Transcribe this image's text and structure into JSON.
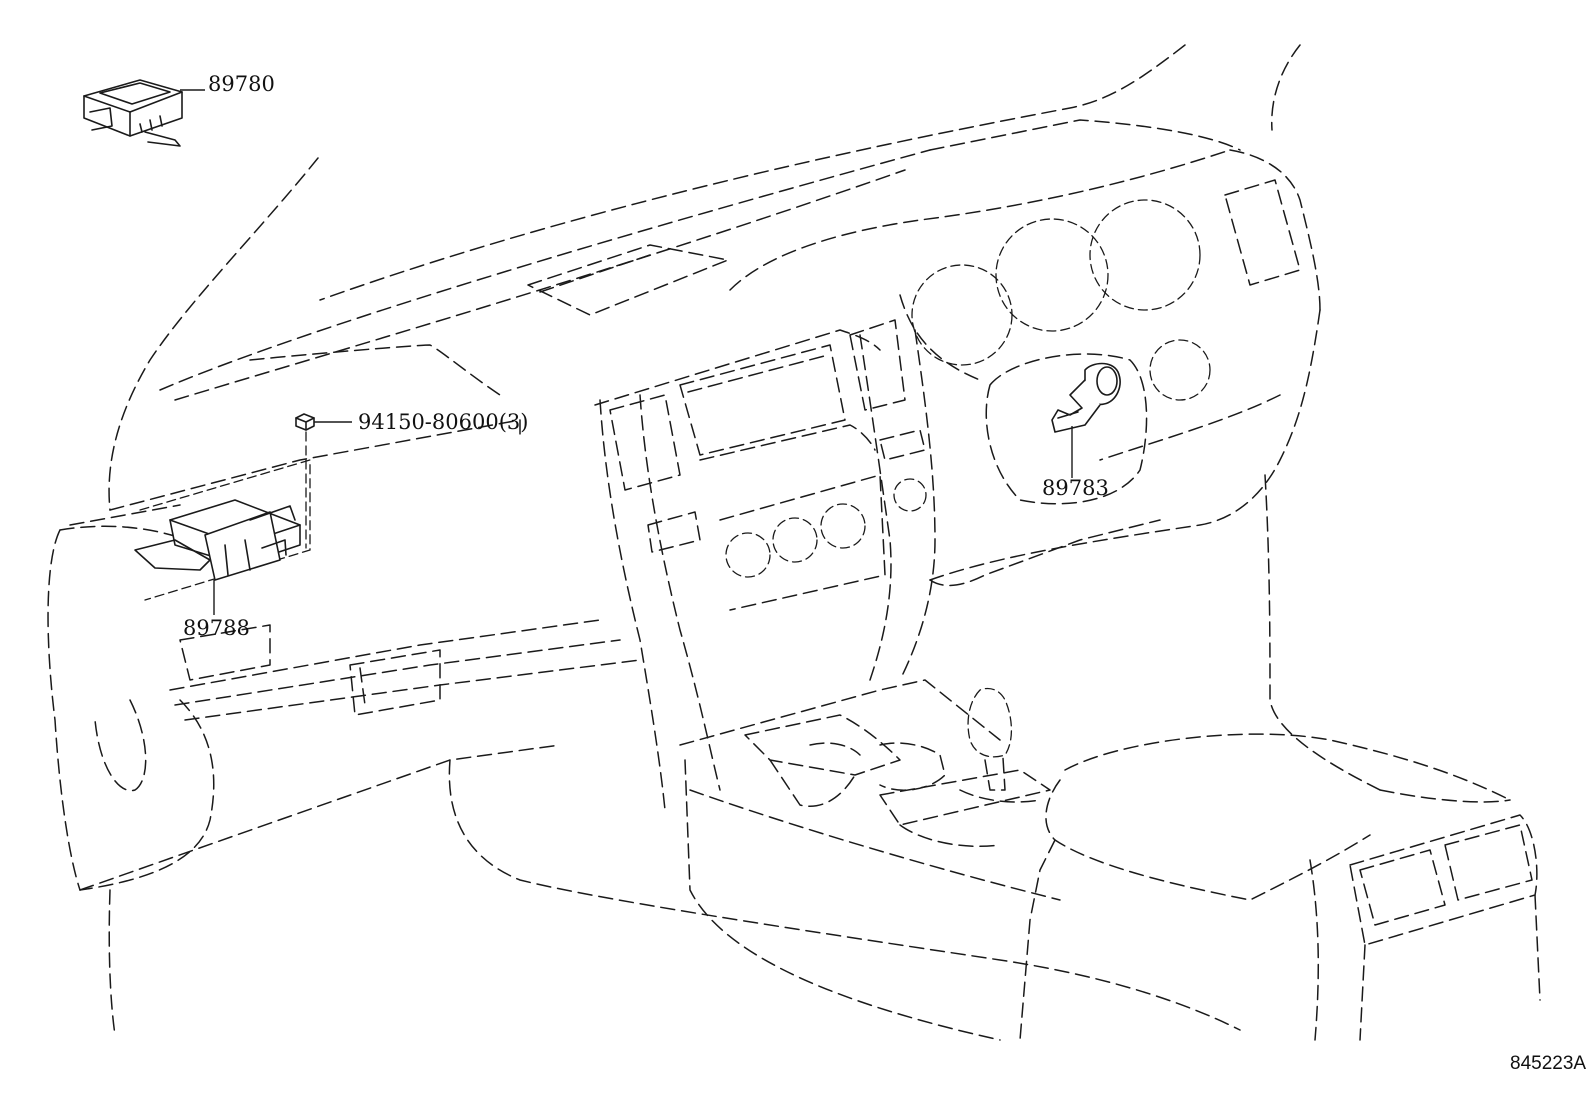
{
  "callouts": {
    "module_89780": "89780",
    "nut_94150": "94150-80600(3)",
    "bracket_89788": "89788",
    "coil_89783": "89783"
  },
  "diagram_code": "845223A"
}
